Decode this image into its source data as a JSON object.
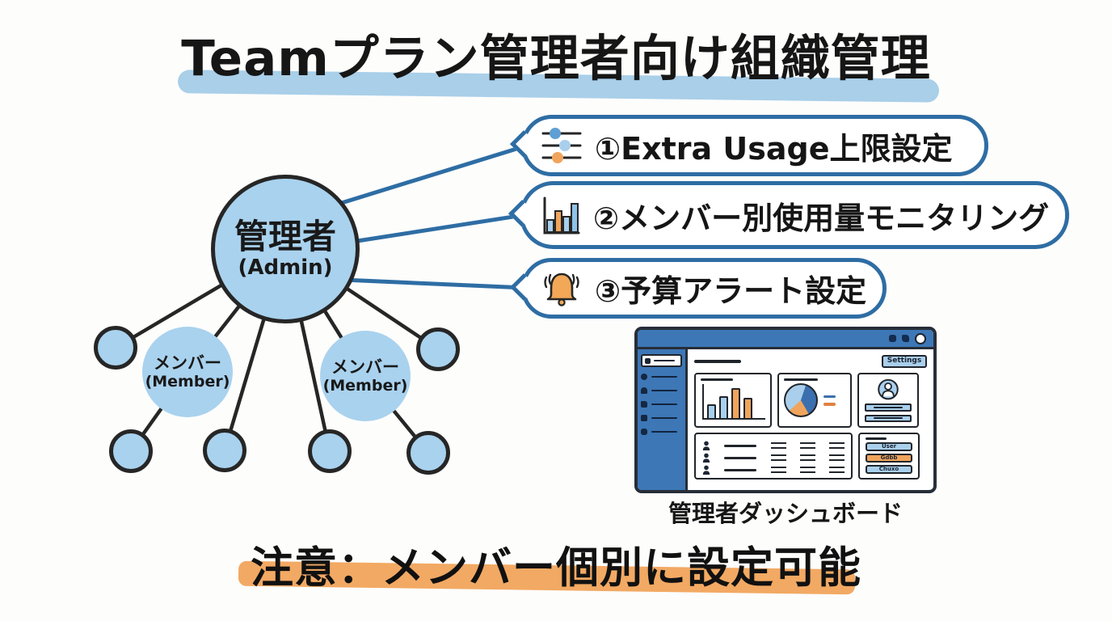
{
  "title": "Teamプラン管理者向け組織管理",
  "org_chart": {
    "admin": {
      "label": "管理者",
      "sublabel": "(Admin)"
    },
    "members": [
      {
        "label": "メンバー",
        "sublabel": "(Member)"
      },
      {
        "label": "メンバー",
        "sublabel": "(Member)"
      }
    ]
  },
  "callouts": [
    {
      "icon": "sliders-icon",
      "text": "①Extra Usage上限設定"
    },
    {
      "icon": "bar-chart-icon",
      "text": "②メンバー別使用量モニタリング"
    },
    {
      "icon": "bell-icon",
      "text": "③予算アラート設定"
    }
  ],
  "dashboard": {
    "settings_button": "Settings",
    "action_buttons": [
      "User",
      "Gdbb",
      "Chuxo"
    ],
    "caption": "管理者ダッシュボード"
  },
  "note": "注意：メンバー個別に設定可能",
  "colors": {
    "accent_blue": "#2e6da4",
    "node_fill_blue": "#a9d2ee",
    "highlight_blue": "#a9cfe9",
    "highlight_orange": "#f2a963",
    "chart_orange": "#f0a45c",
    "panel_blue": "#3d77b6",
    "pie_dark_blue": "#3c6fae",
    "ink": "#222222"
  }
}
